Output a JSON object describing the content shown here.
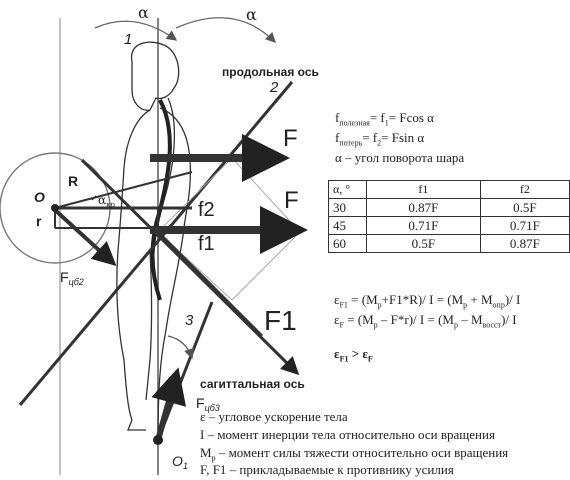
{
  "diagram": {
    "labels": {
      "alpha_left": "α",
      "alpha_right": "α",
      "num1": "1",
      "num2": "2",
      "num3": "3",
      "longitudinal_axis": "продольная ось",
      "sagittal_axis": "сагиттальная ось",
      "F_top": "F",
      "F_mid": "F",
      "F1_big": "F1",
      "f2": "f2",
      "f1": "f1",
      "O": "O",
      "R": "R",
      "r": "r",
      "alpha_kr": "α",
      "alpha_kr_sub": "кр",
      "F_cb2": "F",
      "F_cb2_sub": "цб2",
      "F_cb3": "F",
      "F_cb3_sub": "цб3",
      "O1": "O",
      "O1_sub": "1"
    },
    "colors": {
      "ink": "#222222",
      "gray": "#666666",
      "light": "#9a9a9a"
    }
  },
  "formulas": {
    "line1_pre": "f",
    "line1_sub": "полезная",
    "line1_mid": "= f",
    "line1_sub2": "1",
    "line1_post": "= Fcos α",
    "line2_pre": "f",
    "line2_sub": "потерь",
    "line2_mid": "= f",
    "line2_sub2": "2",
    "line2_post": "= Fsin α",
    "line3": "α – угол поворота шара"
  },
  "table": {
    "header": [
      "α, °",
      "f1",
      "f2"
    ],
    "rows": [
      [
        "30",
        "0.87F",
        "0.5F"
      ],
      [
        "45",
        "0.71F",
        "0.71F"
      ],
      [
        "60",
        "0.5F",
        "0.87F"
      ]
    ]
  },
  "equations": {
    "e1": "ε",
    "e1_sub": "F1",
    "e1_rest": " = (M",
    "e1_p": "р",
    "e1_rest2": "+F1*R)/ I = (M",
    "e1_p2": "р",
    "e1_rest3": " + M",
    "e1_opr": "опр",
    "e1_rest4": ")/ I",
    "e2": "ε",
    "e2_sub": "F",
    "e2_rest": " = (M",
    "e2_p": "р",
    "e2_rest2": " – F*r)/ I = (M",
    "e2_p2": "р",
    "e2_rest3": " – M",
    "e2_vos": "восст",
    "e2_rest4": ")/ I",
    "cmp": "ε",
    "cmp_sub": "F1",
    "cmp_mid": " > ε",
    "cmp_sub2": "F"
  },
  "legend": {
    "l1": "ε – угловое ускорение тела",
    "l2": "I – момент инерции тела относительно оси вращения",
    "l3_pre": "M",
    "l3_sub": "р",
    "l3_post": " – момент силы тяжести относительно оси вращения",
    "l4": "F, F1 – прикладываемые к противнику усилия"
  }
}
